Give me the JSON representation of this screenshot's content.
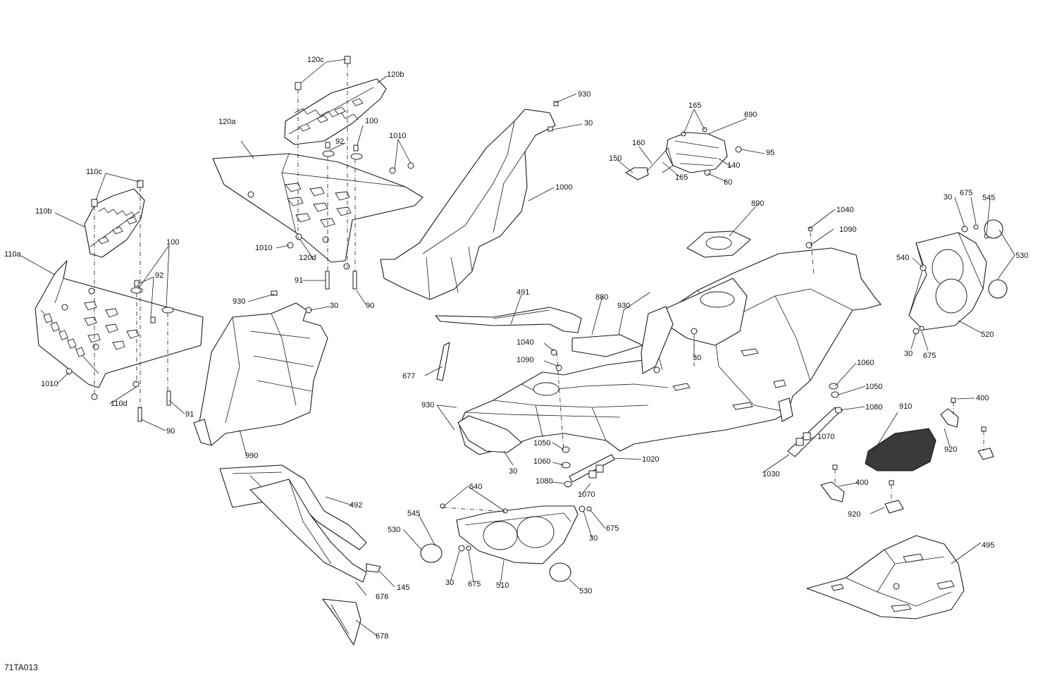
{
  "diagram": {
    "drawing_ref": "71TA013",
    "callouts": [
      {
        "id": "c-120c",
        "text": "120c"
      },
      {
        "id": "c-120b",
        "text": "120b"
      },
      {
        "id": "c-120a",
        "text": "120a"
      },
      {
        "id": "c-100a",
        "text": "100"
      },
      {
        "id": "c-92a",
        "text": "92"
      },
      {
        "id": "c-1010a",
        "text": "1010"
      },
      {
        "id": "c-1010b",
        "text": "1010"
      },
      {
        "id": "c-120d",
        "text": "120d"
      },
      {
        "id": "c-91a",
        "text": "91"
      },
      {
        "id": "c-90a",
        "text": "90"
      },
      {
        "id": "c-110c",
        "text": "110c"
      },
      {
        "id": "c-110b",
        "text": "110b"
      },
      {
        "id": "c-110a",
        "text": "110a"
      },
      {
        "id": "c-100b",
        "text": "100"
      },
      {
        "id": "c-92b",
        "text": "92"
      },
      {
        "id": "c-1010c",
        "text": "1010"
      },
      {
        "id": "c-110d",
        "text": "110d"
      },
      {
        "id": "c-91b",
        "text": "91"
      },
      {
        "id": "c-90b",
        "text": "90"
      },
      {
        "id": "c-930a",
        "text": "930"
      },
      {
        "id": "c-30a",
        "text": "30"
      },
      {
        "id": "c-1000",
        "text": "1000"
      },
      {
        "id": "c-165a",
        "text": "165"
      },
      {
        "id": "c-690",
        "text": "690"
      },
      {
        "id": "c-160",
        "text": "160"
      },
      {
        "id": "c-150",
        "text": "150"
      },
      {
        "id": "c-95",
        "text": "95"
      },
      {
        "id": "c-140",
        "text": "140"
      },
      {
        "id": "c-165b",
        "text": "165"
      },
      {
        "id": "c-60",
        "text": "60"
      },
      {
        "id": "c-930b",
        "text": "930"
      },
      {
        "id": "c-30b",
        "text": "30"
      },
      {
        "id": "c-990",
        "text": "990"
      },
      {
        "id": "c-890",
        "text": "890"
      },
      {
        "id": "c-1040a",
        "text": "1040"
      },
      {
        "id": "c-1090a",
        "text": "1090"
      },
      {
        "id": "c-491",
        "text": "491"
      },
      {
        "id": "c-880",
        "text": "880"
      },
      {
        "id": "c-930c",
        "text": "930"
      },
      {
        "id": "c-30c",
        "text": "30"
      },
      {
        "id": "c-1040b",
        "text": "1040"
      },
      {
        "id": "c-1090b",
        "text": "1090"
      },
      {
        "id": "c-677",
        "text": "677"
      },
      {
        "id": "c-930d",
        "text": "930"
      },
      {
        "id": "c-30d",
        "text": "30"
      },
      {
        "id": "c-1050a",
        "text": "1050"
      },
      {
        "id": "c-1060a",
        "text": "1060"
      },
      {
        "id": "c-1080a",
        "text": "1080"
      },
      {
        "id": "c-1070a",
        "text": "1070"
      },
      {
        "id": "c-1020",
        "text": "1020"
      },
      {
        "id": "c-1060b",
        "text": "1060"
      },
      {
        "id": "c-1050b",
        "text": "1050"
      },
      {
        "id": "c-1080b",
        "text": "1080"
      },
      {
        "id": "c-1070b",
        "text": "1070"
      },
      {
        "id": "c-1030",
        "text": "1030"
      },
      {
        "id": "c-30e",
        "text": "30"
      },
      {
        "id": "c-675a",
        "text": "675"
      },
      {
        "id": "c-545a",
        "text": "545"
      },
      {
        "id": "c-540a",
        "text": "540"
      },
      {
        "id": "c-530a",
        "text": "530"
      },
      {
        "id": "c-520",
        "text": "520"
      },
      {
        "id": "c-30f",
        "text": "30"
      },
      {
        "id": "c-675b",
        "text": "675"
      },
      {
        "id": "c-910",
        "text": "910"
      },
      {
        "id": "c-400a",
        "text": "400"
      },
      {
        "id": "c-920a",
        "text": "920"
      },
      {
        "id": "c-400b",
        "text": "400"
      },
      {
        "id": "c-920b",
        "text": "920"
      },
      {
        "id": "c-492",
        "text": "492"
      },
      {
        "id": "c-676",
        "text": "676"
      },
      {
        "id": "c-145",
        "text": "145"
      },
      {
        "id": "c-678",
        "text": "678"
      },
      {
        "id": "c-540b",
        "text": "540"
      },
      {
        "id": "c-545b",
        "text": "545"
      },
      {
        "id": "c-530b",
        "text": "530"
      },
      {
        "id": "c-30g",
        "text": "30"
      },
      {
        "id": "c-675c",
        "text": "675"
      },
      {
        "id": "c-510",
        "text": "510"
      },
      {
        "id": "c-530c",
        "text": "530"
      },
      {
        "id": "c-30h",
        "text": "30"
      },
      {
        "id": "c-675d",
        "text": "675"
      },
      {
        "id": "c-495",
        "text": "495"
      }
    ]
  }
}
